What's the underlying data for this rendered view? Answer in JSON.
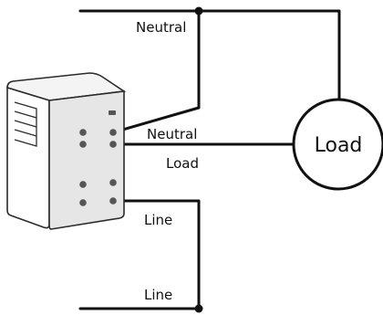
{
  "diagram": {
    "labels": {
      "neutral_top": "Neutral",
      "neutral_device": "Neutral",
      "load_device": "Load",
      "line_device": "Line",
      "line_bottom": "Line"
    },
    "load": {
      "label": "Load"
    },
    "colors": {
      "wire": "#111111",
      "device_body": "#ffffff",
      "device_side": "#e6e6e6",
      "device_stroke": "#2b2b2b",
      "terminal": "#555555"
    }
  }
}
